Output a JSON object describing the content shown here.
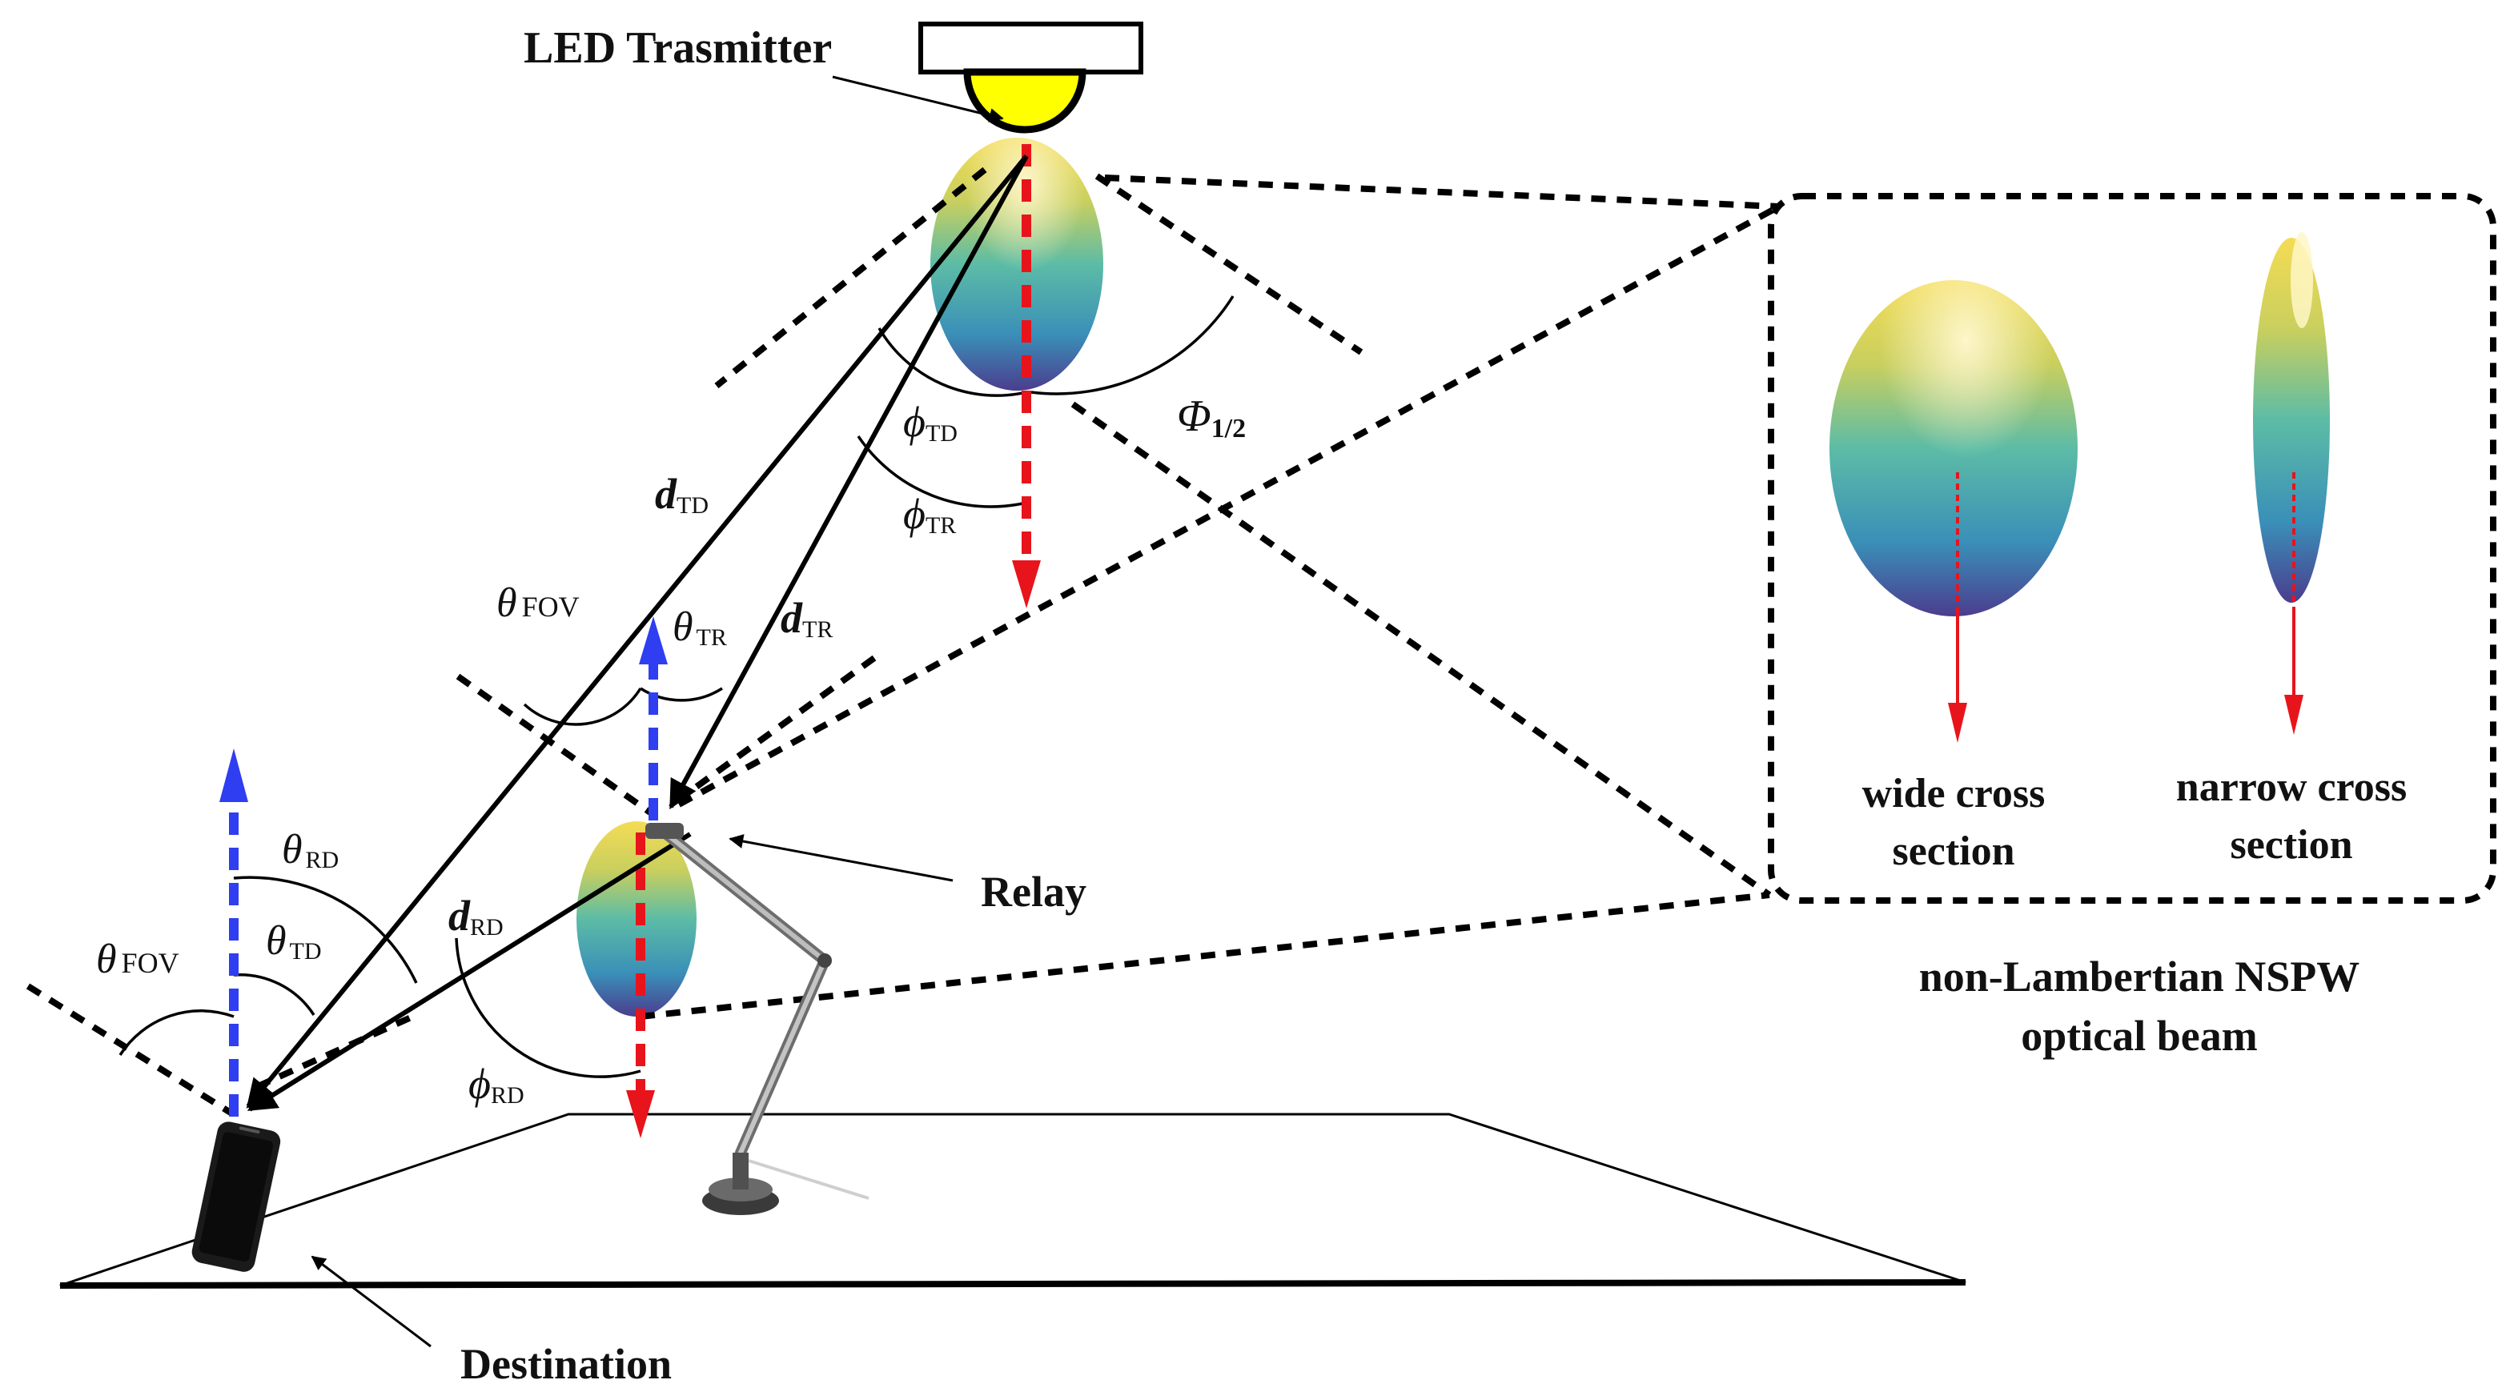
{
  "labels": {
    "transmitter": "LED Trasmitter",
    "relay": "Relay",
    "destination": "Destination",
    "beam_title_1": "non-Lambertian NSPW",
    "beam_title_2": "optical beam",
    "wide_1": "wide cross",
    "wide_2": "section",
    "narrow_1": "narrow cross",
    "narrow_2": "section"
  },
  "symbols": {
    "d_td": {
      "main": "d",
      "sub": "TD"
    },
    "d_tr": {
      "main": "d",
      "sub": "TR"
    },
    "d_rd": {
      "main": "d",
      "sub": "RD"
    },
    "phi_td": {
      "main": "ϕ",
      "sub": "TD"
    },
    "phi_tr": {
      "main": "ϕ",
      "sub": "TR"
    },
    "phi_rd": {
      "main": "ϕ",
      "sub": "RD"
    },
    "phi_half": {
      "main": "Φ",
      "sub": "1/2"
    },
    "theta_fov_relay": {
      "main": "θ",
      "sub": "FOV"
    },
    "theta_tr": {
      "main": "θ",
      "sub": "TR"
    },
    "theta_rd": {
      "main": "θ",
      "sub": "RD"
    },
    "theta_td": {
      "main": "θ",
      "sub": "TD"
    },
    "theta_fov_dest": {
      "main": "θ",
      "sub": "FOV"
    }
  },
  "colors": {
    "link": "#000000",
    "normal_down": "#e8141b",
    "normal_up": "#2f3ef0",
    "lamp_yellow": "#ffff00",
    "beam_top": "#f2d64b",
    "beam_mid": "#47b8b0",
    "beam_bottom": "#4a3a8c",
    "thin_arrow": "#e8141b"
  }
}
